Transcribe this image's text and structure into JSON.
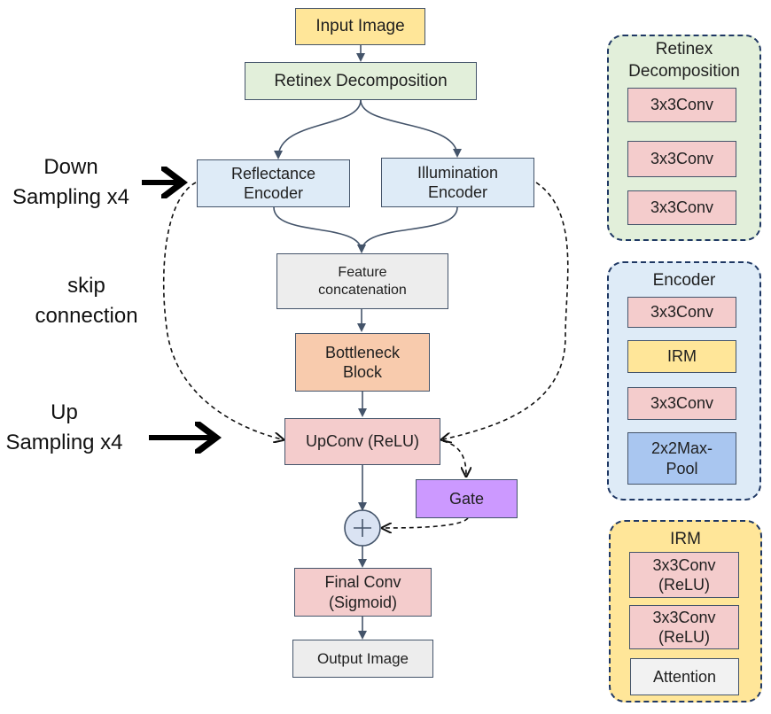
{
  "main_flow": {
    "input_image": "Input Image",
    "retinex_decomposition": "Retinex Decomposition",
    "reflectance_encoder": "Reflectance\nEncoder",
    "illumination_encoder": "Illumination\nEncoder",
    "feature_concatenation": "Feature\nconcatenation",
    "bottleneck_block": "Bottleneck\nBlock",
    "upconv": "UpConv (ReLU)",
    "gate": "Gate",
    "final_conv": "Final Conv\n(Sigmoid)",
    "output_image": "Output Image"
  },
  "side_labels": {
    "down_sampling": "Down\nSampling x4",
    "skip_connection": "skip\nconnection",
    "up_sampling": "Up\nSampling x4"
  },
  "panels": {
    "retinex": {
      "title": "Retinex\nDecomposition",
      "blocks": [
        "3x3Conv",
        "3x3Conv",
        "3x3Conv"
      ]
    },
    "encoder": {
      "title": "Encoder",
      "blocks": [
        "3x3Conv",
        "IRM",
        "3x3Conv",
        "2x2Max-\nPool"
      ]
    },
    "irm": {
      "title": "IRM",
      "blocks": [
        "3x3Conv\n(ReLU)",
        "3x3Conv\n(ReLU)",
        "Attention"
      ]
    }
  },
  "colors": {
    "input_yellow": "#ffe699",
    "retinex_green": "#e2efda",
    "encoder_blue": "#deebf7",
    "concat_gray": "#ededed",
    "bottleneck_orange": "#f8cbad",
    "conv_pink": "#f4cccc",
    "gate_purple": "#cc99ff",
    "maxpool_blue": "#a9c6f0",
    "adder_fill": "#dae3f3",
    "panel_green": "#e2efda",
    "panel_blue": "#deebf7",
    "panel_yellow": "#ffe699",
    "arrow": "#44546a"
  },
  "icons": {
    "adder": "plus-circle-icon"
  }
}
